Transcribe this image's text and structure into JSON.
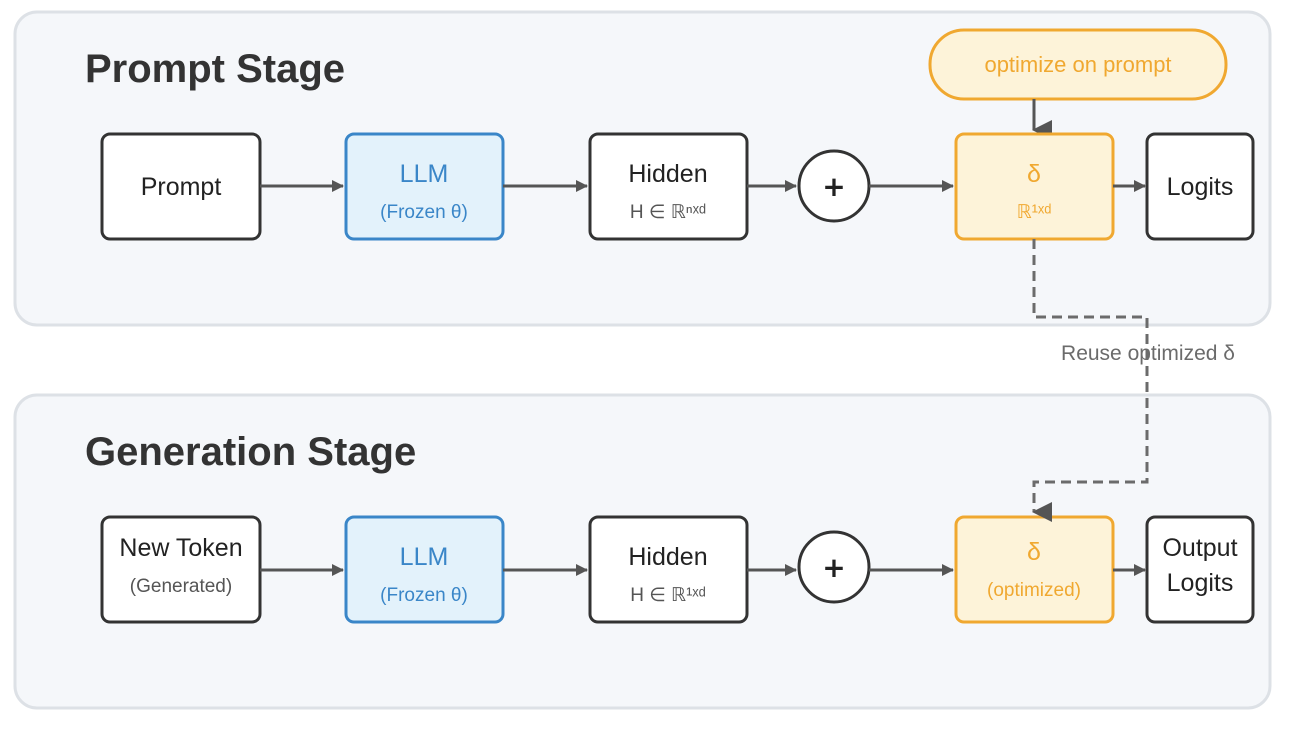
{
  "colors": {
    "panel_fill": "#f5f7fa",
    "panel_stroke": "#dde1e6",
    "box_stroke": "#333333",
    "llm_fill": "#e3f2fb",
    "llm_stroke": "#3a86c8",
    "delta_fill": "#fdf3d9",
    "delta_stroke": "#f0a830",
    "arrow": "#555555",
    "dashed": "#6b6b6b"
  },
  "prompt_stage": {
    "title": "Prompt Stage",
    "badge": "optimize on prompt",
    "prompt_box": {
      "label": "Prompt"
    },
    "llm_box": {
      "label": "LLM",
      "sub": "(Frozen θ)"
    },
    "hidden_box": {
      "label": "Hidden",
      "sub": "H ∈ ℝⁿˣᵈ"
    },
    "plus": "+",
    "delta_box": {
      "label": "δ",
      "sub": "ℝ¹ˣᵈ"
    },
    "logits_box": {
      "label": "Logits"
    }
  },
  "reuse_label": "Reuse optimized δ",
  "generation_stage": {
    "title": "Generation Stage",
    "token_box": {
      "label": "New Token",
      "sub": "(Generated)"
    },
    "llm_box": {
      "label": "LLM",
      "sub": "(Frozen θ)"
    },
    "hidden_box": {
      "label": "Hidden",
      "sub": "H ∈ ℝ¹ˣᵈ"
    },
    "plus": "+",
    "delta_box": {
      "label": "δ",
      "sub": "(optimized)"
    },
    "output_box": {
      "label_line1": "Output",
      "label_line2": "Logits"
    }
  }
}
